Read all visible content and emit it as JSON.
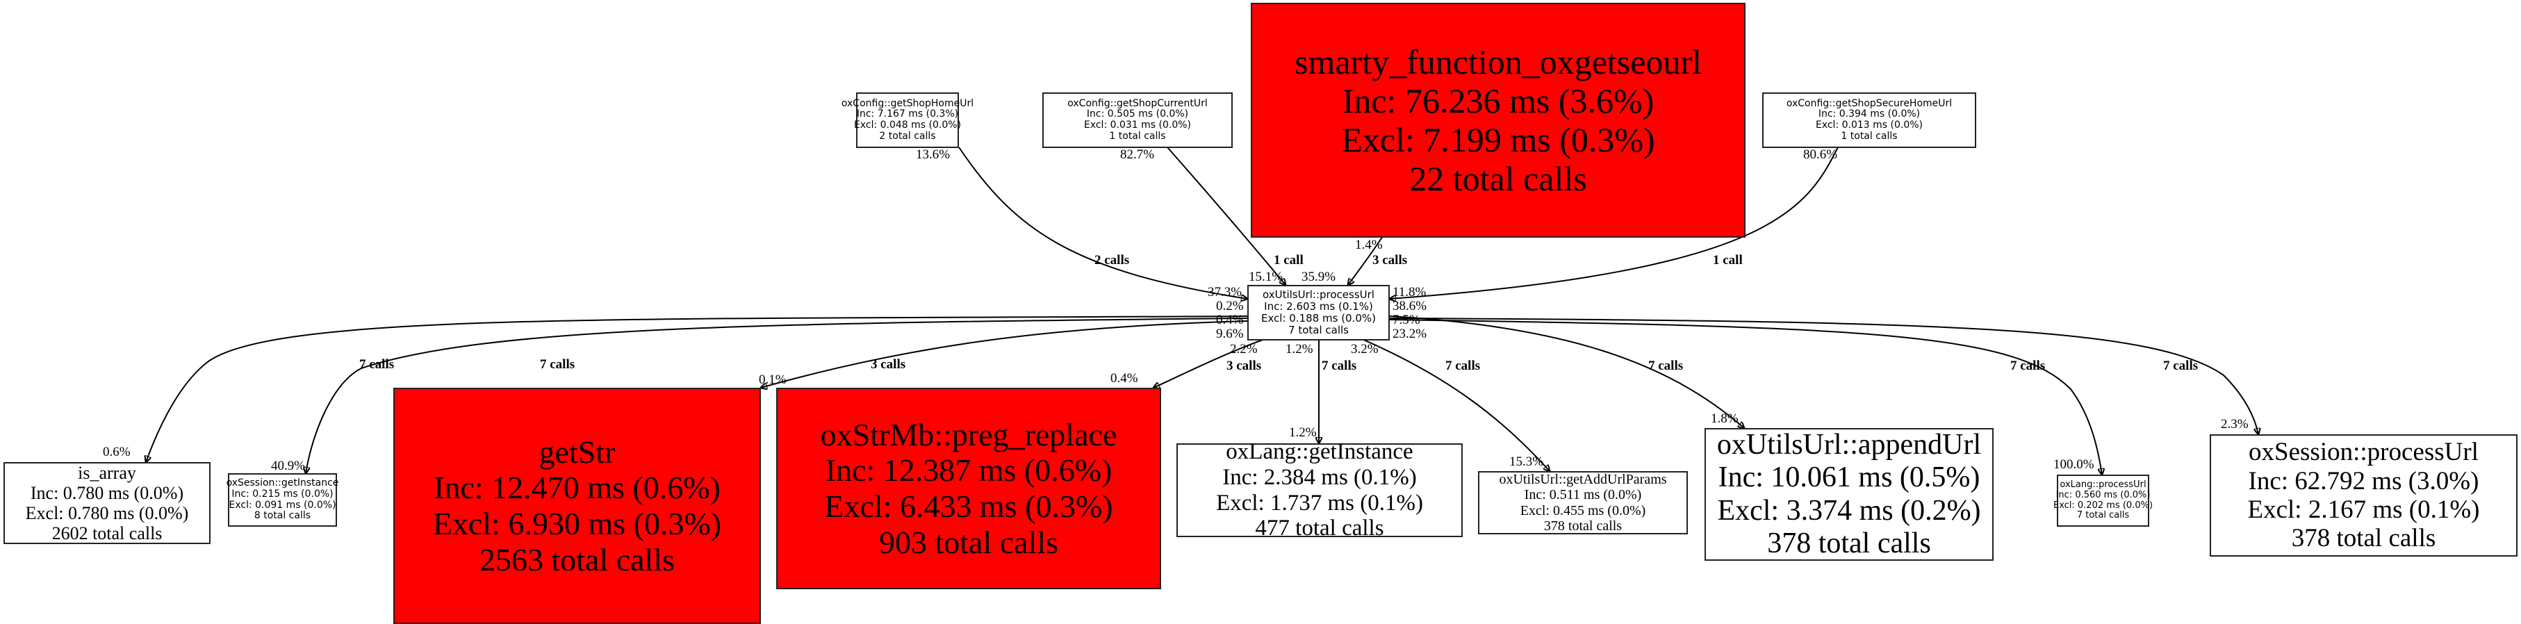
{
  "nodes": {
    "shop_home": {
      "name": "oxConfig::getShopHomeUrl",
      "inc": "Inc: 7.167 ms (0.3%)",
      "excl": "Excl: 0.048 ms (0.0%)",
      "calls": "2 total calls"
    },
    "shop_current": {
      "name": "oxConfig::getShopCurrentUrl",
      "inc": "Inc: 0.505 ms (0.0%)",
      "excl": "Excl: 0.031 ms (0.0%)",
      "calls": "1 total calls"
    },
    "smarty": {
      "name": "smarty_function_oxgetseourl",
      "inc": "Inc: 76.236 ms (3.6%)",
      "excl": "Excl: 7.199 ms (0.3%)",
      "calls": "22 total calls"
    },
    "shop_secure": {
      "name": "oxConfig::getShopSecureHomeUrl",
      "inc": "Inc: 0.394 ms (0.0%)",
      "excl": "Excl: 0.013 ms (0.0%)",
      "calls": "1 total calls"
    },
    "center": {
      "name": "oxUtilsUrl::processUrl",
      "inc": "Inc: 2.603 ms (0.1%)",
      "excl": "Excl: 0.188 ms (0.0%)",
      "calls": "7 total calls"
    },
    "is_array": {
      "name": "is_array",
      "inc": "Inc: 0.780 ms (0.0%)",
      "excl": "Excl: 0.780 ms (0.0%)",
      "calls": "2602 total calls"
    },
    "session_get": {
      "name": "oxSession::getInstance",
      "inc": "Inc: 0.215 ms (0.0%)",
      "excl": "Excl: 0.091 ms (0.0%)",
      "calls": "8 total calls"
    },
    "getstr": {
      "name": "getStr",
      "inc": "Inc: 12.470 ms (0.6%)",
      "excl": "Excl: 6.930 ms (0.3%)",
      "calls": "2563 total calls"
    },
    "preg": {
      "name": "oxStrMb::preg_replace",
      "inc": "Inc: 12.387 ms (0.6%)",
      "excl": "Excl: 6.433 ms (0.3%)",
      "calls": "903 total calls"
    },
    "lang_get": {
      "name": "oxLang::getInstance",
      "inc": "Inc: 2.384 ms (0.1%)",
      "excl": "Excl: 1.737 ms (0.1%)",
      "calls": "477 total calls"
    },
    "addparams": {
      "name": "oxUtilsUrl::getAddUrlParams",
      "inc": "Inc: 0.511 ms (0.0%)",
      "excl": "Excl: 0.455 ms (0.0%)",
      "calls": "378 total calls"
    },
    "append": {
      "name": "oxUtilsUrl::appendUrl",
      "inc": "Inc: 10.061 ms (0.5%)",
      "excl": "Excl: 3.374 ms (0.2%)",
      "calls": "378 total calls"
    },
    "lang_process": {
      "name": "oxLang::processUrl",
      "inc": "Inc: 0.560 ms (0.0%)",
      "excl": "Excl: 0.202 ms (0.0%)",
      "calls": "7 total calls"
    },
    "session_process": {
      "name": "oxSession::processUrl",
      "inc": "Inc: 62.792 ms (3.0%)",
      "excl": "Excl: 2.167 ms (0.1%)",
      "calls": "378 total calls"
    }
  },
  "edges": {
    "shop_home": {
      "tail": "13.6%",
      "calls": "2 calls",
      "head": "37.3%"
    },
    "shop_current": {
      "tail": "82.7%",
      "calls": "1 call",
      "head": "15.1%"
    },
    "smarty": {
      "tail": "1.4%",
      "calls": "3 calls",
      "head": "35.9%"
    },
    "shop_secure": {
      "tail": "80.6%",
      "calls": "1 call",
      "head": "11.8%"
    },
    "is_array": {
      "tail": "0.2%",
      "calls": "7 calls",
      "head": "0.6%"
    },
    "session_get": {
      "tail": "9.6%",
      "calls": "7 calls",
      "head": "40.9%"
    },
    "getstr": {
      "tail": "0.4%",
      "calls": "3 calls",
      "head": "0.1%"
    },
    "preg": {
      "tail": "2.2%",
      "calls": "3 calls",
      "head": "0.4%"
    },
    "lang_get": {
      "tail": "1.2%",
      "calls": "7 calls",
      "head": "1.2%"
    },
    "addparams": {
      "tail": "3.2%",
      "calls": "7 calls",
      "head": "15.3%"
    },
    "append": {
      "tail": "38.6%",
      "calls": "7 calls",
      "head": "1.8%"
    },
    "lang_process": {
      "tail": "7.5%",
      "calls": "7 calls",
      "head": "100.0%"
    },
    "session_process": {
      "tail": "23.2%",
      "calls": "7 calls",
      "head": "2.3%"
    }
  },
  "colors": {
    "hot": "#ff0000",
    "edge": "#000000",
    "border": "#222222"
  }
}
